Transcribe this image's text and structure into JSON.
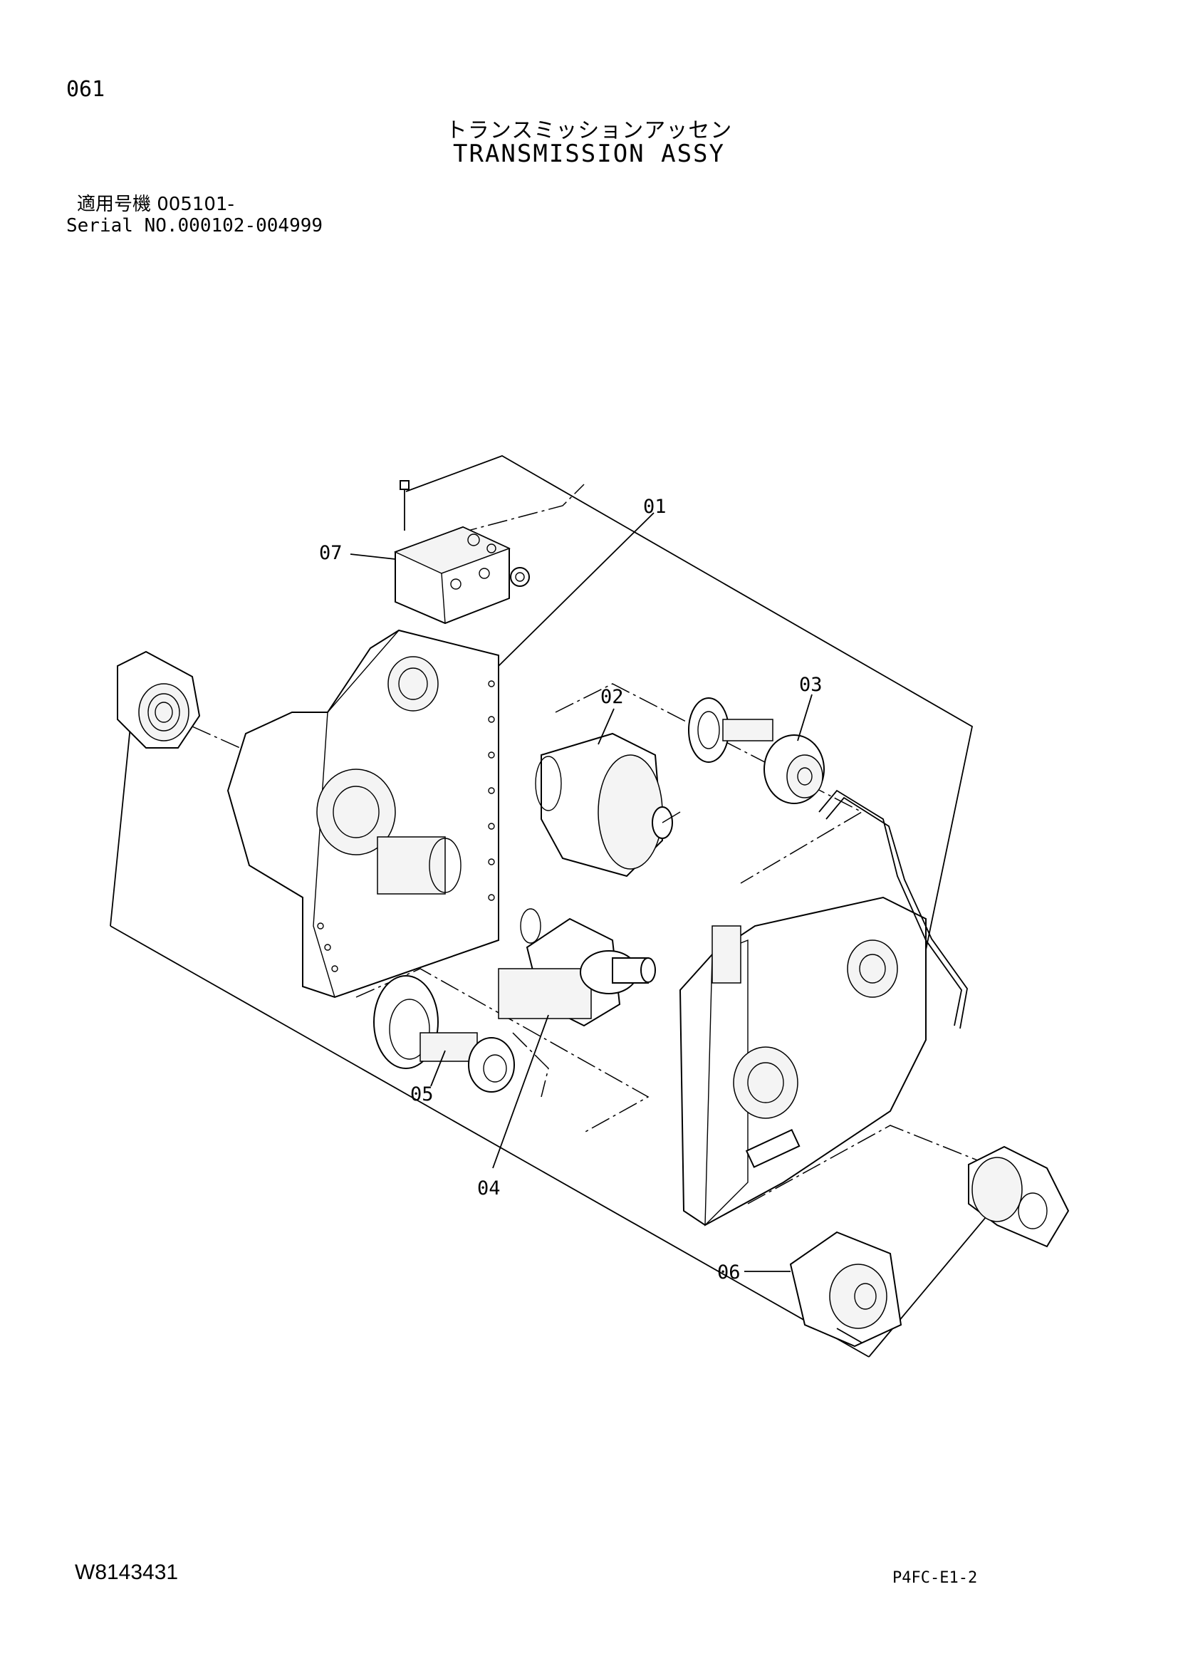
{
  "header": {
    "page_number": "061",
    "title_jp": "トランスミッションアッセン",
    "title_en": "TRANSMISSION ASSY",
    "serial_jp": "適用号機 005101-",
    "serial_en": "Serial NO.000102-004999"
  },
  "callouts": [
    "01",
    "02",
    "03",
    "04",
    "05",
    "06",
    "07"
  ],
  "footer": {
    "doc_code": "W8143431",
    "sheet_code": "P4FC-E1-2"
  }
}
